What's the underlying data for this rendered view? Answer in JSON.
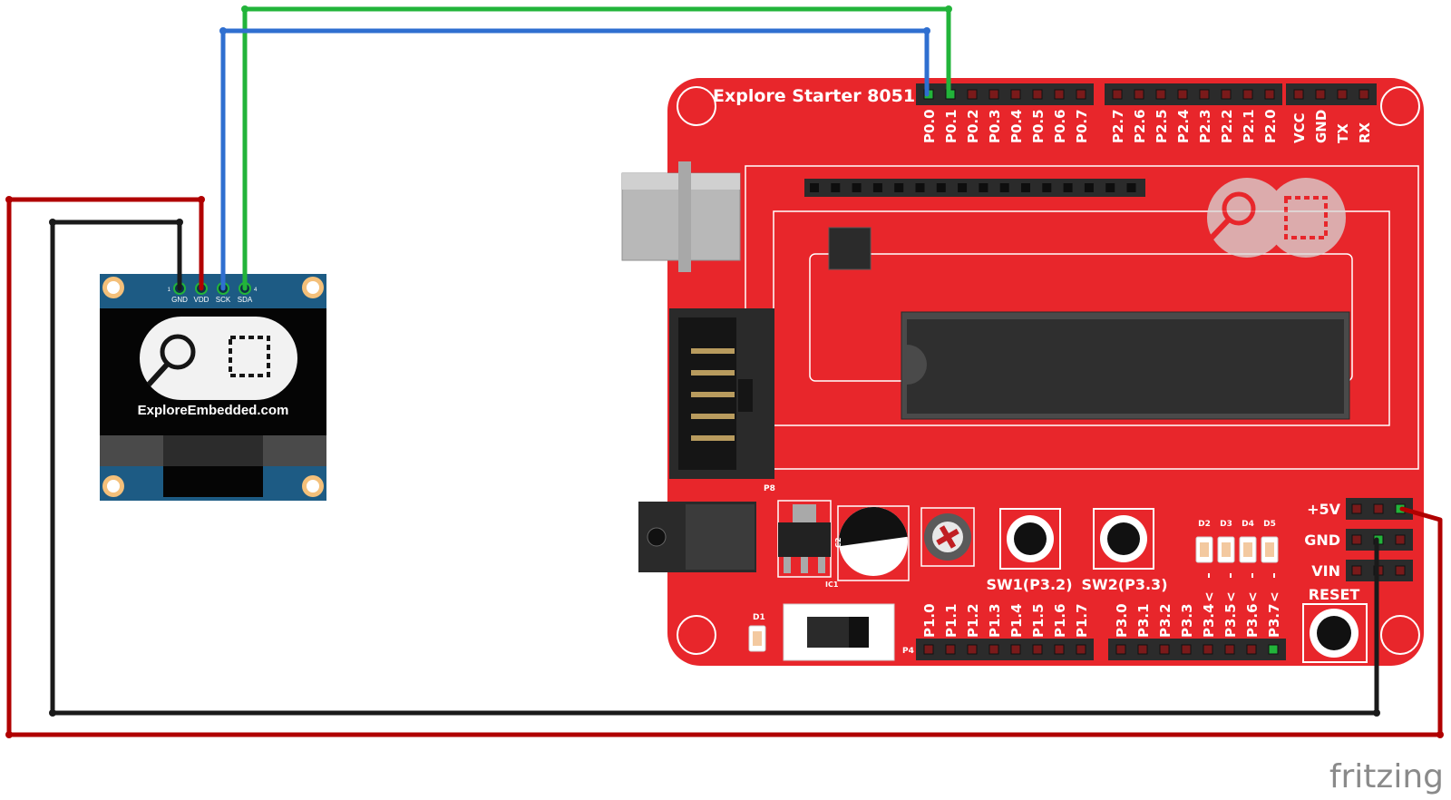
{
  "oled": {
    "pins": [
      "GND",
      "VDD",
      "SCK",
      "SDA"
    ],
    "pin_num_first": "1",
    "pin_num_last": "4",
    "screen_text": "ExploreEmbedded.com"
  },
  "board": {
    "title": "Explore Starter 8051",
    "p0_pins": [
      "P0.0",
      "P0.1",
      "P0.2",
      "P0.3",
      "P0.4",
      "P0.5",
      "P0.6",
      "P0.7"
    ],
    "p2_pins": [
      "P2.7",
      "P2.6",
      "P2.5",
      "P2.4",
      "P2.3",
      "P2.2",
      "P2.1",
      "P2.0"
    ],
    "uart_pins": [
      "VCC",
      "GND",
      "TX",
      "RX"
    ],
    "p1_pins": [
      "P1.0",
      "P1.1",
      "P1.2",
      "P1.3",
      "P1.4",
      "P1.5",
      "P1.6",
      "P1.7"
    ],
    "p3_pins": [
      "P3.0",
      "P3.1",
      "P3.2",
      "P3.3",
      "P3.4",
      "P3.5",
      "P3.6",
      "P3.7"
    ],
    "p3_arrow_mark": "<",
    "header_p8": "P8",
    "header_p4": "P4",
    "ic1": "IC1",
    "c2": "C2",
    "d1": "D1",
    "leds": [
      "D2",
      "D3",
      "D4",
      "D5"
    ],
    "sw1": "SW1(P3.2)",
    "sw2": "SW2(P3.3)",
    "power_pins": [
      "+5V",
      "GND",
      "VIN"
    ],
    "reset": "RESET"
  },
  "wires": [
    {
      "from": "GND",
      "to": "GND",
      "color": "#1a1a1a"
    },
    {
      "from": "VDD",
      "to": "+5V",
      "color": "#b00000"
    },
    {
      "from": "SCK",
      "to": "P0.0",
      "color": "#2f6fd0"
    },
    {
      "from": "SDA",
      "to": "P0.1",
      "color": "#22b43a"
    }
  ],
  "colors": {
    "board": "#e8262b",
    "oled_pcb": "#1d5b84",
    "wire_red": "#b00000",
    "wire_black": "#1a1a1a",
    "wire_blue": "#2f6fd0",
    "wire_green": "#22b43a"
  },
  "watermark": "fritzing"
}
